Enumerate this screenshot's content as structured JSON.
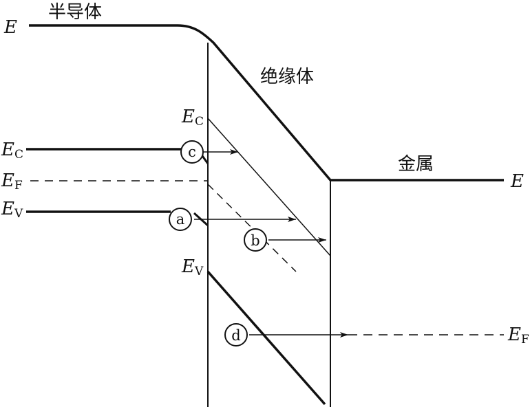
{
  "regions": {
    "semiconductor": "半导体",
    "insulator": "绝缘体",
    "metal": "金属"
  },
  "energy_labels": {
    "E_left": "E",
    "E_right": "E",
    "Ec_left_base": "E",
    "Ec_left_sub": "C",
    "Ef_left_base": "E",
    "Ef_left_sub": "F",
    "Ev_left_base": "E",
    "Ev_left_sub": "V",
    "Ec_ins_base": "E",
    "Ec_ins_sub": "C",
    "Ev_ins_base": "E",
    "Ev_ins_sub": "V",
    "Ef_right_base": "E",
    "Ef_right_sub": "F"
  },
  "processes": {
    "a": "a",
    "b": "b",
    "c": "c",
    "d": "d"
  },
  "colors": {
    "line": "#111111"
  }
}
